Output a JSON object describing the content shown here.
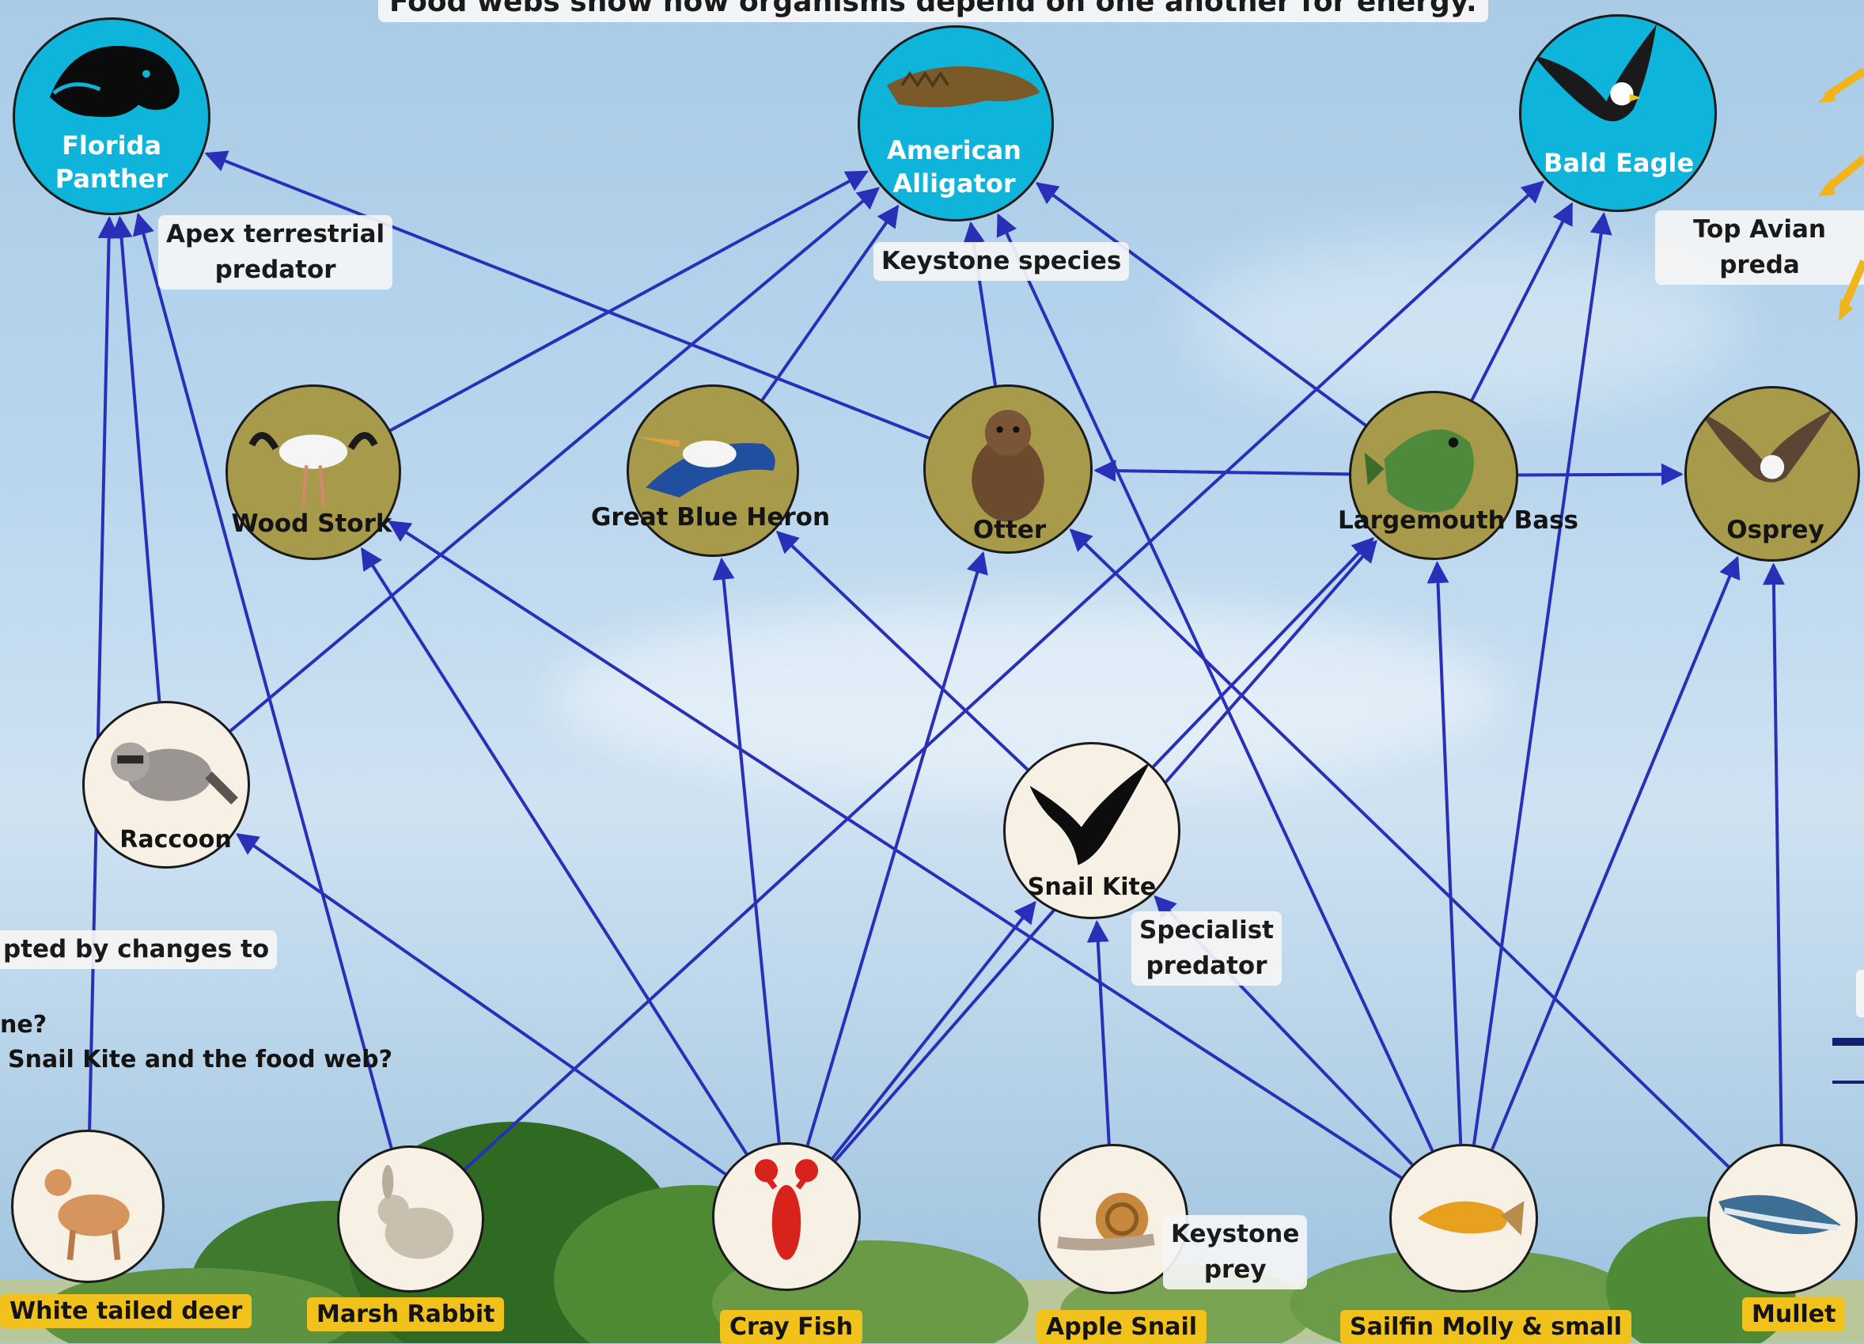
{
  "caption": "Food webs show how organisms depend on one another for energy.",
  "nodes": {
    "panther": {
      "label_line1": "Florida",
      "label_line2": "Panther",
      "icon": "panther-icon",
      "tier": "apex"
    },
    "alligator": {
      "label_line1": "American",
      "label_line2": "Alligator",
      "icon": "alligator-icon",
      "tier": "apex"
    },
    "eagle": {
      "label": "Bald Eagle",
      "icon": "eagle-icon",
      "tier": "apex"
    },
    "stork": {
      "label": "Wood Stork",
      "icon": "stork-icon",
      "tier": "mid"
    },
    "heron": {
      "label": "Great Blue Heron",
      "icon": "heron-icon",
      "tier": "mid"
    },
    "otter": {
      "label": "Otter",
      "icon": "otter-icon",
      "tier": "mid"
    },
    "bass": {
      "label": "Largemouth Bass",
      "icon": "bass-icon",
      "tier": "mid"
    },
    "osprey": {
      "label": "Osprey",
      "icon": "osprey-icon",
      "tier": "mid"
    },
    "raccoon": {
      "label": "Raccoon",
      "icon": "raccoon-icon",
      "tier": "base"
    },
    "kite": {
      "label": "Snail Kite",
      "icon": "kite-icon",
      "tier": "base"
    },
    "deer": {
      "label": "White tailed deer",
      "icon": "deer-icon",
      "tier": "base"
    },
    "rabbit": {
      "label": "Marsh Rabbit",
      "icon": "rabbit-icon",
      "tier": "base"
    },
    "crayfish": {
      "label": "Cray Fish",
      "icon": "crayfish-icon",
      "tier": "base"
    },
    "snail": {
      "label": "Apple Snail",
      "icon": "snail-icon",
      "tier": "base"
    },
    "molly": {
      "label": "Sailfin Molly & small",
      "icon": "molly-icon",
      "tier": "base"
    },
    "mullet": {
      "label": "Mullet",
      "icon": "mullet-icon",
      "tier": "base"
    }
  },
  "callouts": {
    "apex_terrestrial": {
      "line1": "Apex terrestrial",
      "line2": "predator"
    },
    "keystone_species": "Keystone species",
    "top_avian": "Top Avian preda",
    "specialist": {
      "line1": "Specialist",
      "line2": "predator"
    },
    "keystone_prey": {
      "line1": "Keystone",
      "line2": "prey"
    },
    "disrupted": "pted by changes to"
  },
  "questions": {
    "q1": "ne?",
    "q2": "Snail Kite and the food web?"
  },
  "edges": [
    [
      "deer",
      "panther"
    ],
    [
      "raccoon",
      "panther"
    ],
    [
      "rabbit",
      "panther"
    ],
    [
      "otter",
      "panther"
    ],
    [
      "stork",
      "alligator"
    ],
    [
      "raccoon",
      "alligator"
    ],
    [
      "heron",
      "alligator"
    ],
    [
      "otter",
      "alligator"
    ],
    [
      "bass",
      "alligator"
    ],
    [
      "molly",
      "alligator"
    ],
    [
      "bass",
      "eagle"
    ],
    [
      "rabbit",
      "eagle"
    ],
    [
      "molly",
      "eagle"
    ],
    [
      "bass",
      "otter"
    ],
    [
      "bass",
      "osprey"
    ],
    [
      "crayfish",
      "stork"
    ],
    [
      "molly",
      "stork"
    ],
    [
      "crayfish",
      "heron"
    ],
    [
      "kite",
      "heron"
    ],
    [
      "crayfish",
      "otter"
    ],
    [
      "mullet",
      "otter"
    ],
    [
      "crayfish",
      "bass"
    ],
    [
      "kite",
      "bass"
    ],
    [
      "molly",
      "bass"
    ],
    [
      "molly",
      "osprey"
    ],
    [
      "mullet",
      "osprey"
    ],
    [
      "crayfish",
      "raccoon"
    ],
    [
      "crayfish",
      "kite"
    ],
    [
      "snail",
      "kite"
    ],
    [
      "molly",
      "kite"
    ]
  ],
  "colors": {
    "apex": "#0fb4da",
    "mid": "#a89a4b",
    "base": "#f7f1e5",
    "edge": "#2a2fb8",
    "label_tag": "#f1c21b"
  }
}
